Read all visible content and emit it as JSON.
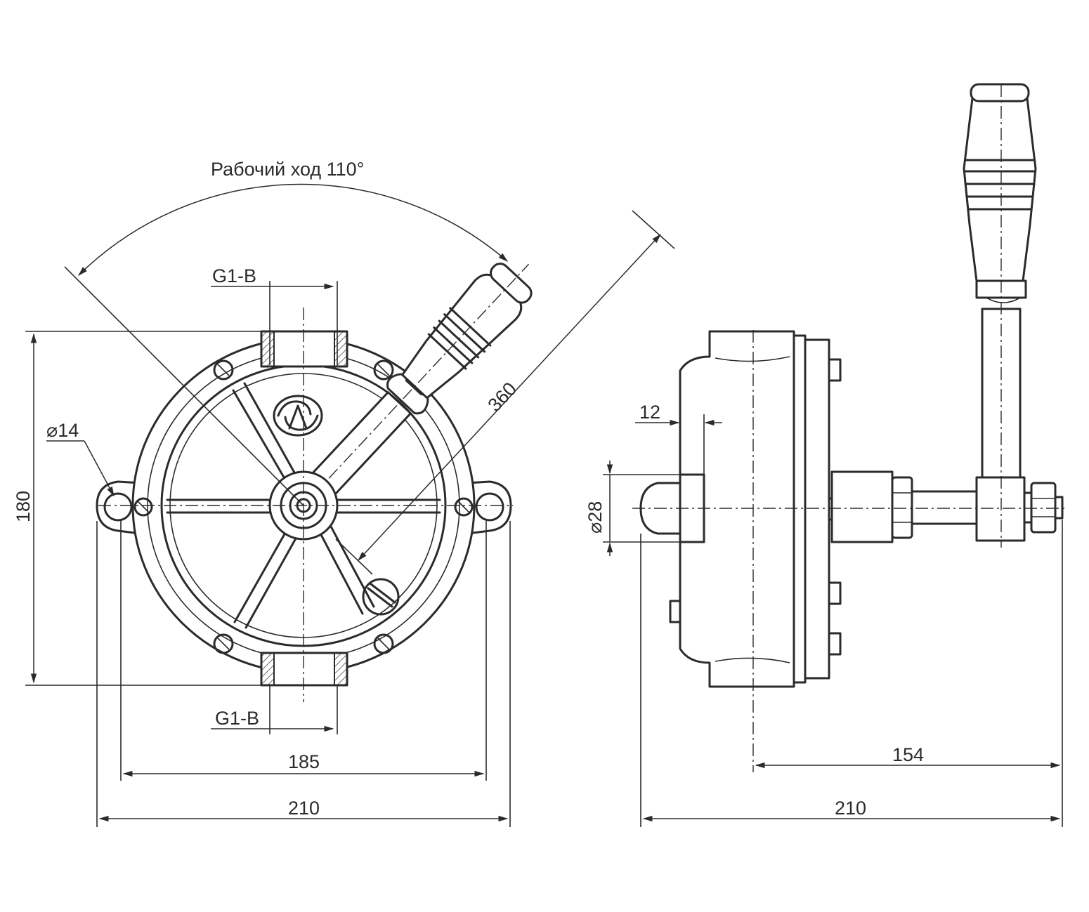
{
  "labels": {
    "stroke_label": "Рабочий ход 110°",
    "port_top": "G1-B",
    "port_bottom": "G1-B",
    "hole_dia": "⌀14",
    "handle_length": "360",
    "height": "180",
    "mount_spacing": "185",
    "front_width": "210",
    "flange_thickness": "12",
    "shaft_dia": "⌀28",
    "side_depth": "154",
    "side_width": "210"
  }
}
